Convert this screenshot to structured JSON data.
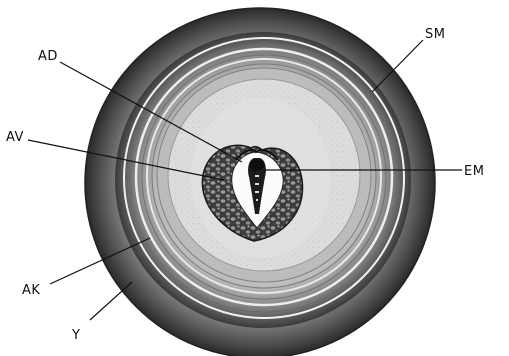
{
  "labels": {
    "sm": "SM",
    "ad": "AD",
    "av": "AV",
    "em": "EM",
    "ak": "AK",
    "y": "Y"
  }
}
